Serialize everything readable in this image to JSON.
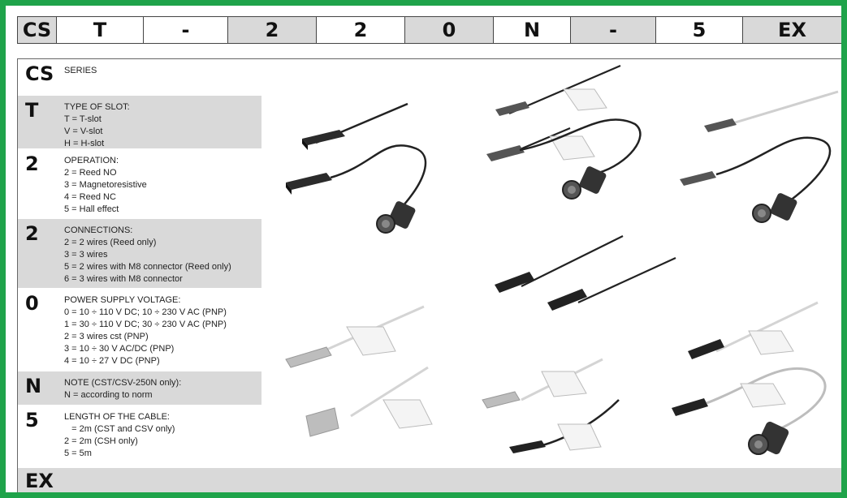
{
  "header": {
    "cells": [
      {
        "text": "CS",
        "shade": "grey"
      },
      {
        "text": "T",
        "shade": "white"
      },
      {
        "text": "-",
        "shade": "white"
      },
      {
        "text": "2",
        "shade": "grey"
      },
      {
        "text": "2",
        "shade": "white"
      },
      {
        "text": "0",
        "shade": "grey"
      },
      {
        "text": "N",
        "shade": "white"
      },
      {
        "text": "-",
        "shade": "grey"
      },
      {
        "text": "5",
        "shade": "white"
      },
      {
        "text": "EX",
        "shade": "grey"
      }
    ]
  },
  "rows": [
    {
      "code": "CS",
      "lines": [
        "SERIES"
      ]
    },
    {
      "code": "T",
      "lines": [
        "TYPE OF SLOT:",
        "T = T-slot",
        "V = V-slot",
        "H = H-slot"
      ]
    },
    {
      "code": "2",
      "lines": [
        "OPERATION:",
        "2 = Reed NO",
        "3 = Magnetoresistive",
        "4 = Reed NC",
        "5 = Hall effect"
      ]
    },
    {
      "code": "2",
      "lines": [
        "CONNECTIONS:",
        "2 = 2 wires (Reed only)",
        "3 = 3 wires",
        "5 = 2 wires with M8 connector (Reed only)",
        "6 = 3 wires with M8 connector"
      ]
    },
    {
      "code": "0",
      "lines": [
        "POWER SUPPLY VOLTAGE:",
        "0 = 10 ÷ 110 V DC; 10 ÷ 230 V AC (PNP)",
        "1 = 30 ÷ 110 V DC; 30 ÷ 230 V AC (PNP)",
        "2 = 3 wires cst (PNP)",
        "3 = 10 ÷ 30 V AC/DC (PNP)",
        "4 = 10 ÷ 27 V DC (PNP)"
      ]
    },
    {
      "code": "N",
      "lines": [
        "NOTE (CST/CSV-250N only):",
        "N = according to norm"
      ]
    },
    {
      "code": "5",
      "lines": [
        "LENGTH OF THE CABLE:",
        "   = 2m (CST and CSV only)",
        "2 = 2m (CSH only)",
        "5 = 5m"
      ]
    }
  ],
  "footer": {
    "code": "EX"
  },
  "colors": {
    "frame": "#1fa34a",
    "shade": "#d9d9d9",
    "sensor_dark": "#2b2b2b",
    "sensor_light": "#bdbdbd"
  }
}
